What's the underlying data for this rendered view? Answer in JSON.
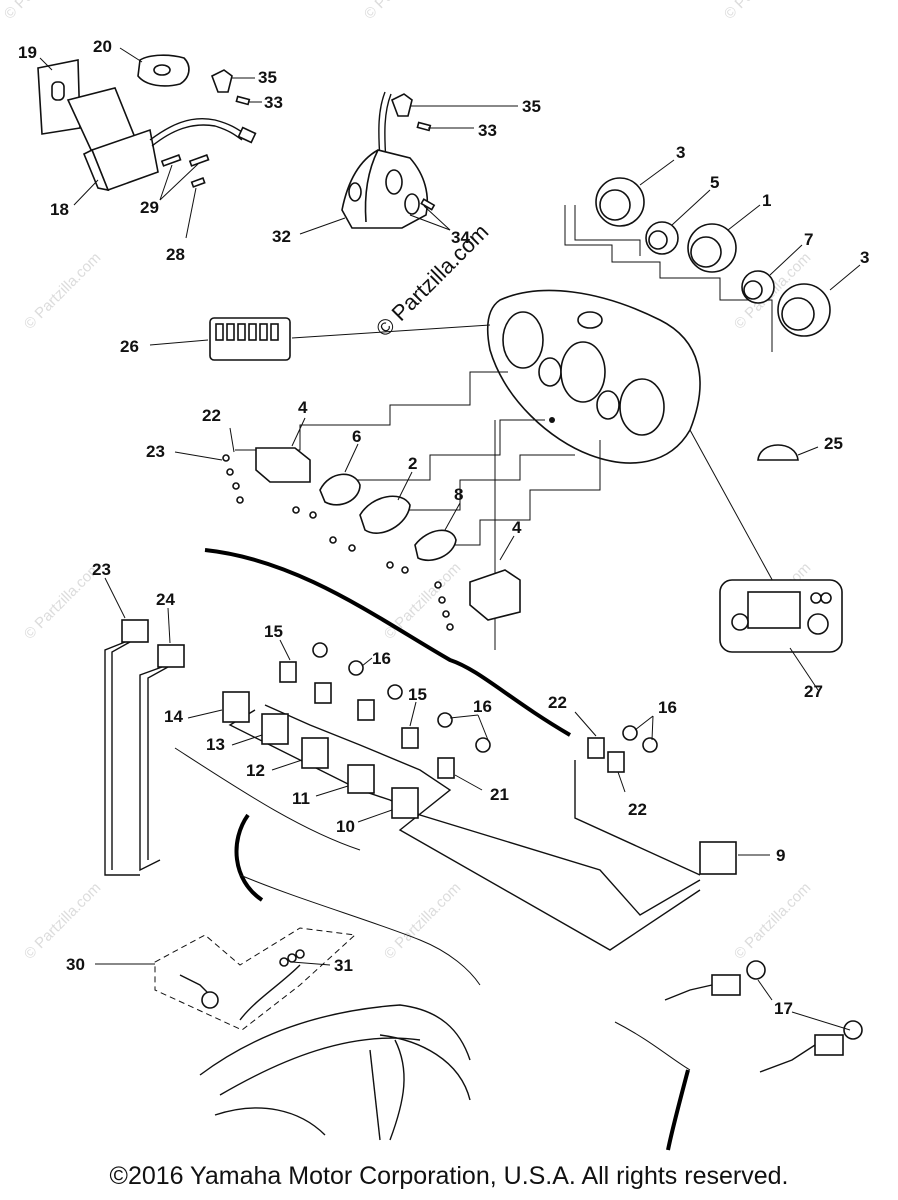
{
  "watermark": {
    "main": "© Partzilla.com",
    "repeat": "© Partzilla.com"
  },
  "callouts": {
    "c1": "1",
    "c2": "2",
    "c3a": "3",
    "c3b": "3",
    "c4a": "4",
    "c4b": "4",
    "c5": "5",
    "c6": "6",
    "c7": "7",
    "c8": "8",
    "c9": "9",
    "c10": "10",
    "c11": "11",
    "c12": "12",
    "c13": "13",
    "c14": "14",
    "c15a": "15",
    "c15b": "15",
    "c16a": "16",
    "c16b": "16",
    "c16c": "16",
    "c17": "17",
    "c18": "18",
    "c19": "19",
    "c20": "20",
    "c21": "21",
    "c22a": "22",
    "c22b": "22",
    "c22c": "22",
    "c23a": "23",
    "c23b": "23",
    "c24": "24",
    "c25": "25",
    "c26": "26",
    "c27": "27",
    "c28": "28",
    "c29": "29",
    "c30": "30",
    "c31": "31",
    "c32": "32",
    "c33a": "33",
    "c33b": "33",
    "c34": "34",
    "c35a": "35",
    "c35b": "35"
  },
  "copyright": "©2016  Yamaha Motor Corporation, U.S.A. All rights reserved."
}
